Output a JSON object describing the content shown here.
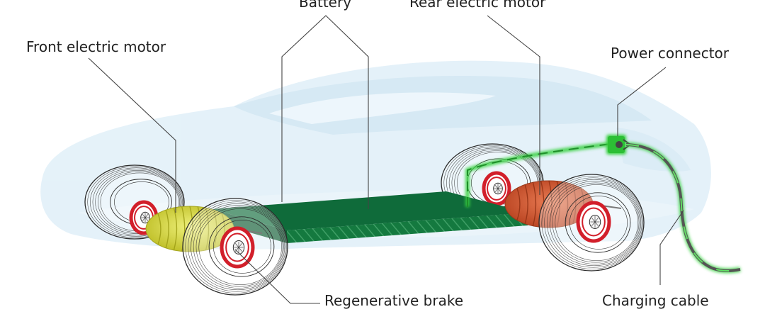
{
  "labels": {
    "battery": "Battery",
    "rear_motor": "Rear electric motor",
    "front_motor": "Front electric motor",
    "power_connector": "Power connector",
    "regenerative_brake": "Regenerative brake",
    "charging_cable": "Charging cable"
  },
  "colors": {
    "car_body": "#d6ecf7",
    "battery": "#0f6b3a",
    "front_motor": "#d8d83a",
    "rear_motor": "#c9502c",
    "brake_disc": "#d21f2a",
    "cable_glow": "#39d23f",
    "cable_core": "#555555",
    "leader_line": "#444444",
    "tire_outline": "#2b2b2b"
  }
}
